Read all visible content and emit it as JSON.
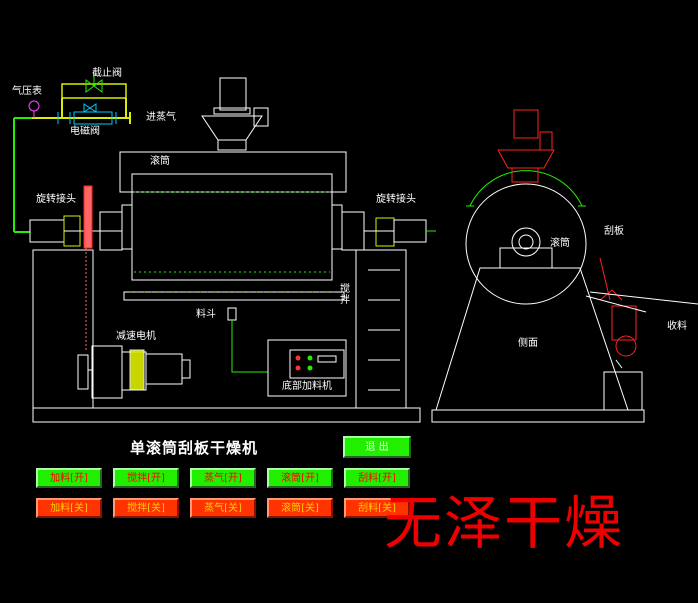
{
  "labels": {
    "gauge": "气压表",
    "stop_valve": "截止阀",
    "solenoid_valve": "电磁阀",
    "steam_in": "进蒸气",
    "drum": "滚筒",
    "rotary_joint_left": "旋转接头",
    "rotary_joint_right": "旋转接头",
    "hopper": "料斗",
    "stir": "搅拌",
    "reducer_motor": "减速电机",
    "bottom_feeder": "底部加料机",
    "side_drum": "滚筒",
    "scraper": "刮板",
    "discharge": "收料",
    "side_view": "侧面"
  },
  "panel": {
    "title": "单滚筒刮板干燥机",
    "exit_label": "退 出",
    "buttons_on": [
      "加料[开]",
      "搅拌[开]",
      "蒸气[开]",
      "滚筒[开]",
      "刮料[开]"
    ],
    "buttons_off": [
      "加料[关]",
      "搅拌[关]",
      "蒸气[关]",
      "滚筒[关]",
      "刮料[关]"
    ]
  },
  "brand": "无泽干燥",
  "colors": {
    "line": "#22ee00",
    "pipe": "#ddee00",
    "outline": "#ffffff",
    "motor_red": "#ff2222",
    "button_on": "#22ee00",
    "button_off": "#ff3300",
    "brand": "#ee0000"
  }
}
